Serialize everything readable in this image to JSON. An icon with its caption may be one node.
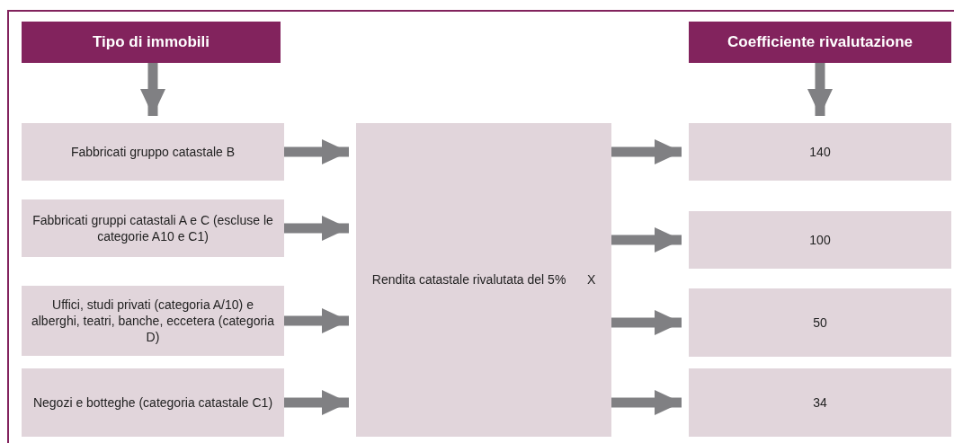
{
  "diagram": {
    "nodes": [
      {
        "text": [
          "Tipo di immobili"
        ]
      },
      {
        "text": [
          "Coefficiente rivalutazione"
        ]
      },
      {
        "text": [
          "Fabbricati gruppo catastale B"
        ]
      },
      {
        "text": [
          "Fabbricati gruppi catastali A e C (escluse le categorie A10 e C1)"
        ]
      },
      {
        "text": [
          "Uffici, studi privati (categoria A/10) e alberghi, teatri, banche, eccetera (categoria D)"
        ]
      },
      {
        "text": [
          "Negozi e botteghe (categoria catastale C1)"
        ]
      },
      {
        "text": [
          "Rendita catastale rivalutata del 5%",
          "X"
        ]
      },
      {
        "text": [
          "140"
        ]
      },
      {
        "text": [
          "100"
        ]
      },
      {
        "text": [
          "50"
        ]
      },
      {
        "text": [
          "34"
        ]
      }
    ],
    "edges": [
      {
        "from": 0,
        "to": 2,
        "arrow": "to"
      },
      {
        "from": 1,
        "to": 7,
        "arrow": "to"
      },
      {
        "from": 2,
        "to": 6,
        "arrow": "to"
      },
      {
        "from": 3,
        "to": 6,
        "arrow": "to"
      },
      {
        "from": 4,
        "to": 6,
        "arrow": "to"
      },
      {
        "from": 5,
        "to": 6,
        "arrow": "to"
      },
      {
        "from": 6,
        "to": 7,
        "arrow": "to"
      },
      {
        "from": 6,
        "to": 8,
        "arrow": "to"
      },
      {
        "from": 6,
        "to": 9,
        "arrow": "to"
      },
      {
        "from": 6,
        "to": 10,
        "arrow": "to"
      }
    ]
  }
}
